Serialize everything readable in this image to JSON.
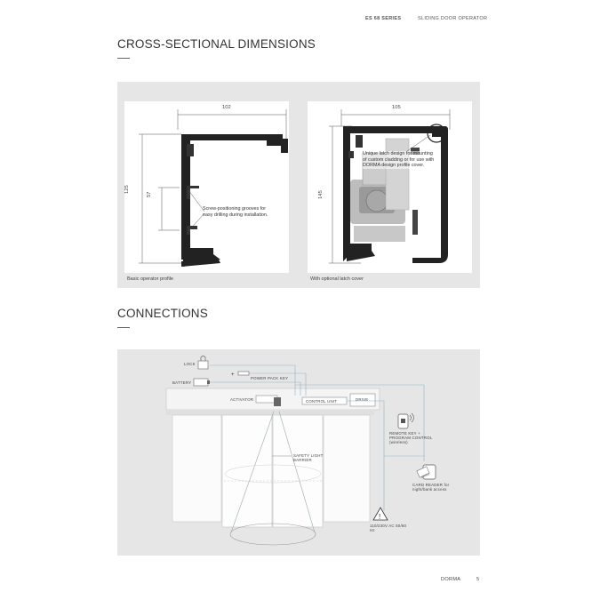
{
  "header": {
    "series": "ES 68 SERIES",
    "product": "SLIDING DOOR OPERATOR"
  },
  "section1": {
    "title": "CROSS-SECTIONAL DIMENSIONS",
    "basic": {
      "width": "102",
      "height": "125",
      "inner_height": "57",
      "note": "Screw-positioning grooves for easy drilling during installation.",
      "caption": "Basic operator profile"
    },
    "latch": {
      "width": "105",
      "height": "145",
      "note": "Unique latch design for mounting of custom cladding or for use with DORMA design profile cover.",
      "caption": "With optional latch cover"
    }
  },
  "section2": {
    "title": "CONNECTIONS",
    "labels": {
      "lock": "LOCK",
      "battery": "BATTERY",
      "power_pack_key": "POWER PACK KEY",
      "activator": "ACTIVATOR",
      "control_unit": "CONTROL UNIT",
      "drive": "DRIVE",
      "remote_key": "REMOTE KEY + PROGRAM CONTROL (wireless)",
      "safety": "SAFETY LIGHT BARRIER",
      "card_reader": "CARD READER for night/bank access",
      "power": "110/230V AC 50/60 Hz",
      "card_text": "CARD"
    }
  },
  "footer": {
    "brand": "DORMA",
    "page": "5"
  }
}
